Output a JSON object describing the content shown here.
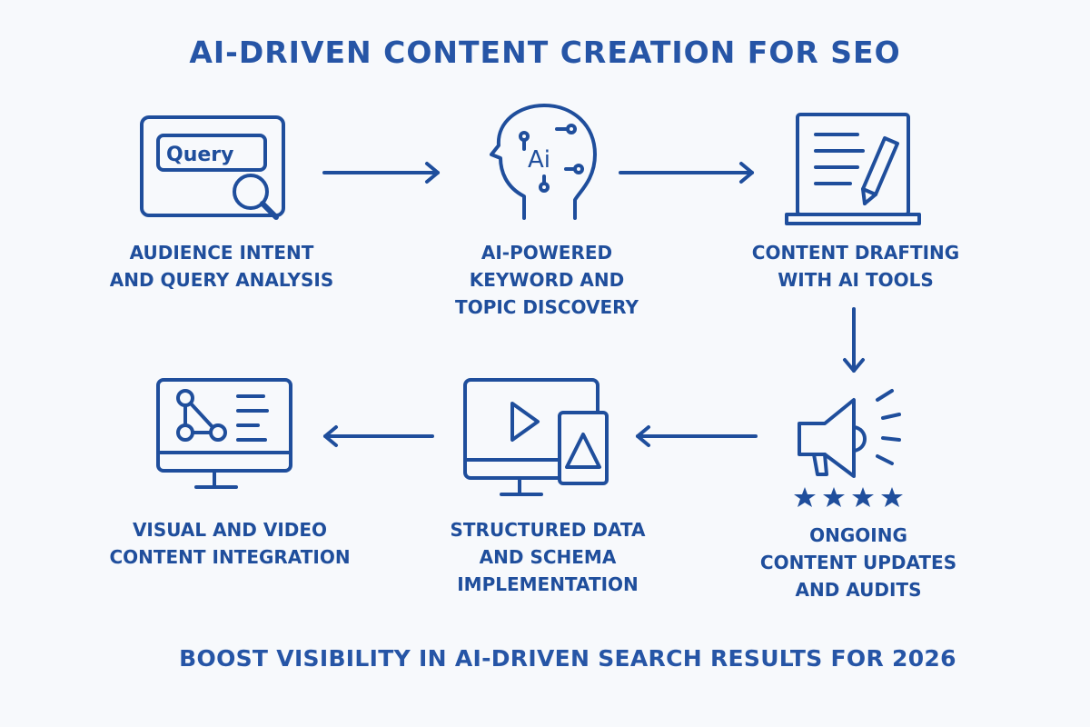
{
  "title": "AI-DRIVEN CONTENT CREATION FOR SEO",
  "footer": "BOOST VISIBILITY IN AI-DRIVEN SEARCH RESULTS FOR 2026",
  "colors": {
    "primary": "#1f4e9c",
    "background": "#f7f9fc"
  },
  "steps": [
    {
      "icon": "search-query-window-icon",
      "icon_text": "Query",
      "label_lines": [
        "AUDIENCE INTENT",
        "AND QUERY ANALYSIS"
      ]
    },
    {
      "icon": "ai-head-icon",
      "icon_text": "Ai",
      "label_lines": [
        "AI-POWERED",
        "KEYWORD AND",
        "TOPIC DISCOVERY"
      ]
    },
    {
      "icon": "laptop-document-pencil-icon",
      "label_lines": [
        "CONTENT DRAFTING",
        "WITH AI TOOLS"
      ]
    },
    {
      "icon": "megaphone-stars-icon",
      "label_lines": [
        "ONGOING",
        "CONTENT UPDATES",
        "AND AUDITS"
      ]
    },
    {
      "icon": "monitor-tablet-media-icon",
      "label_lines": [
        "STRUCTURED DATA",
        "AND SCHEMA",
        "IMPLEMENTATION"
      ]
    },
    {
      "icon": "monitor-share-network-icon",
      "label_lines": [
        "VISUAL AND VIDEO",
        "CONTENT INTEGRATION"
      ]
    }
  ]
}
